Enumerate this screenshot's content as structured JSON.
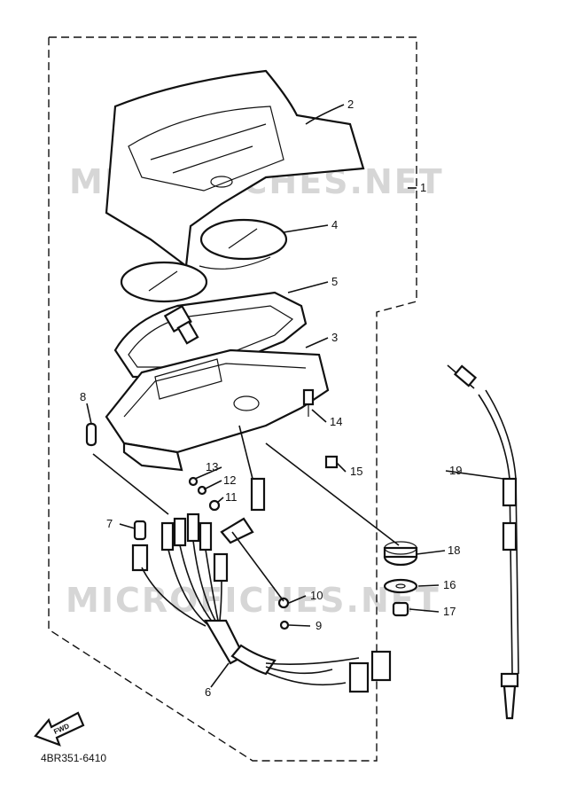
{
  "watermark": "MICROFICHES.NET",
  "diagram_code": "4BR351-6410",
  "forward_label": "FWD",
  "callouts": [
    {
      "id": "1",
      "text": "1"
    },
    {
      "id": "2",
      "text": "2"
    },
    {
      "id": "3",
      "text": "3"
    },
    {
      "id": "4",
      "text": "4"
    },
    {
      "id": "5",
      "text": "5"
    },
    {
      "id": "6",
      "text": "6"
    },
    {
      "id": "7",
      "text": "7"
    },
    {
      "id": "8",
      "text": "8"
    },
    {
      "id": "9",
      "text": "9"
    },
    {
      "id": "10",
      "text": "10"
    },
    {
      "id": "11",
      "text": "11"
    },
    {
      "id": "12",
      "text": "12"
    },
    {
      "id": "13",
      "text": "13"
    },
    {
      "id": "14",
      "text": "14"
    },
    {
      "id": "15",
      "text": "15"
    },
    {
      "id": "16",
      "text": "16"
    },
    {
      "id": "17",
      "text": "17"
    },
    {
      "id": "18",
      "text": "18"
    },
    {
      "id": "19",
      "text": "19"
    }
  ]
}
